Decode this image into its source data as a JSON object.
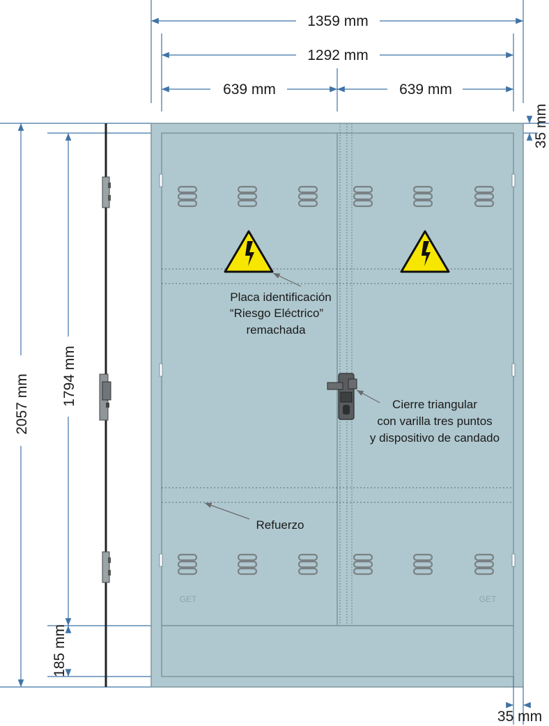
{
  "dimensions": {
    "total_width": "1359 mm",
    "door_width": "1292 mm",
    "leaf_left": "639 mm",
    "leaf_right": "639 mm",
    "top_frame": "35 mm",
    "total_height": "2057 mm",
    "door_height": "1794 mm",
    "plinth_height": "185 mm",
    "side_frame": "35 mm"
  },
  "annotations": {
    "plate": [
      "Placa identificación",
      "“Riesgo Eléctrico”",
      "remachada"
    ],
    "lock": [
      "Cierre triangular",
      "con varilla tres puntos",
      "y dispositivo de candado"
    ],
    "reinforcement": "Refuerzo"
  },
  "brand_marks": [
    "GET",
    "GET"
  ],
  "colors": {
    "panel": "#b0c9d0",
    "panel_edge": "#7d959c",
    "dimension_line": "#3f73a6",
    "warning_yellow": "#f7e600",
    "lock_gray": "#4a4a4a"
  },
  "icons": [
    "high-voltage-warning-icon",
    "lock-handle-icon",
    "hinge-icon",
    "vent-louver-icon"
  ]
}
